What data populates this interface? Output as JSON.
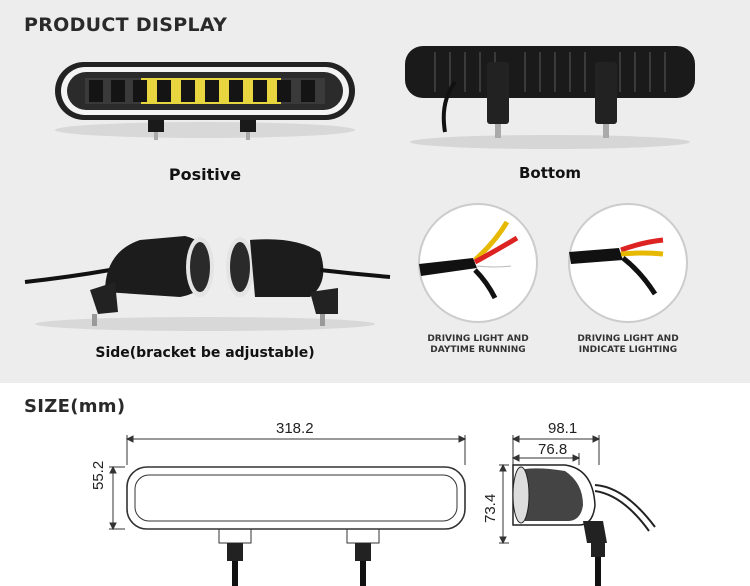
{
  "sections": {
    "display_title": "PRODUCT DISPLAY",
    "size_title": "SIZE(mm)"
  },
  "photos": {
    "positive": "Positive",
    "bottom": "Bottom",
    "side": "Side(bracket be adjustable)"
  },
  "wiring": {
    "left_line1": "DRIVING LIGHT AND",
    "left_line2": "DAYTIME RUNNING",
    "right_line1": "DRIVING LIGHT AND",
    "right_line2": "INDICATE LIGHTING"
  },
  "dimensions": {
    "length": "318.2",
    "height_front": "55.2",
    "depth_total": "98.1",
    "depth_body": "76.8",
    "height_side": "73.4"
  },
  "colors": {
    "panel_bg": "#ededed",
    "lens_yellow": "#e8d640",
    "housing": "#1a1a1a"
  }
}
